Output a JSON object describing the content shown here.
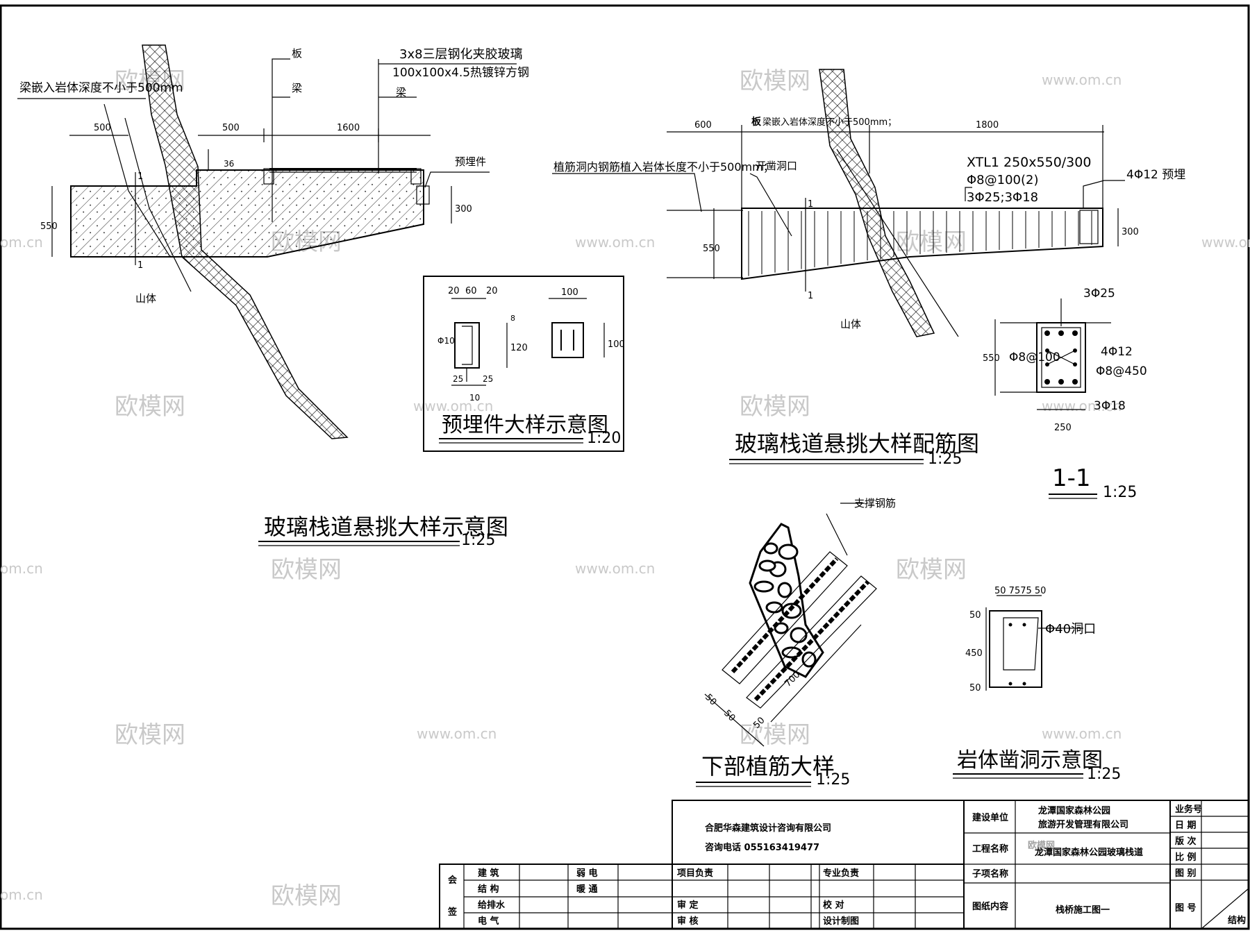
{
  "drawings": {
    "cantilever_schematic": {
      "title": "玻璃栈道悬挑大样示意图",
      "scale": "1:25",
      "notes": {
        "embed": "梁嵌入岩体深度不小于500mm",
        "glass": "3x8三层钢化夹胶玻璃",
        "steel": "100x100x4.5热镀锌方钢",
        "slab": "板",
        "beam_top": "梁",
        "beam_side": "梁",
        "embedded_part": "预埋件",
        "mountain": "山体"
      },
      "dims": {
        "d500a": "500",
        "d500b": "500",
        "d1600": "1600",
        "d36": "36",
        "d550": "550",
        "d300": "300",
        "sec": "1"
      }
    },
    "embedded_detail": {
      "title": "预埋件大样示意图",
      "scale": "1:20",
      "dims": {
        "d20a": "20",
        "d60": "60",
        "d20b": "20",
        "d8": "8",
        "d120": "120",
        "phi10": "Φ10",
        "d25a": "25",
        "d25b": "25",
        "d10": "10",
        "d100w": "100",
        "d100h": "100"
      }
    },
    "rebar_detail": {
      "title": "玻璃栈道悬挑大样配筋图",
      "scale": "1:25",
      "notes": {
        "embed": "梁嵌入岩体深度不小于500mm；",
        "prefix": "板",
        "anchor": "植筋洞内钢筋植入岩体长度不小于500mm；",
        "chisel": "开凿洞口",
        "beam": "XTL1  250x550/300",
        "stirrup": "Φ8@100(2)",
        "bars": "3Φ25;3Φ18",
        "pre": "4Φ12 预埋",
        "mountain": "山体"
      },
      "dims": {
        "d600": "600",
        "d1800": "1800",
        "d550": "550",
        "d300": "300",
        "sec": "1"
      }
    },
    "section_1_1": {
      "title": "1-1",
      "scale": "1:25",
      "labels": {
        "top": "3Φ25",
        "stirrup": "Φ8@100",
        "side": "4Φ12",
        "tie": "Φ8@450",
        "bottom": "3Φ18",
        "h": "550",
        "w": "250"
      }
    },
    "lower_anchor": {
      "title": "下部植筋大样",
      "scale": "1:25",
      "labels": {
        "support": "支撑钢筋",
        "d50a": "50",
        "d50b": "50",
        "d50c": "50",
        "d700": "700"
      }
    },
    "rock_hole": {
      "title": "岩体凿洞示意图",
      "scale": "1:25",
      "labels": {
        "top": "50 7575 50",
        "hole": "Φ40洞口",
        "d50a": "50",
        "d450": "450",
        "d50b": "50"
      }
    }
  },
  "title_block": {
    "company": "合肥华森建筑设计咨询有限公司",
    "phone": "咨询电话  055163419477",
    "client_label": "建设单位",
    "client_value_1": "龙潭国家森林公园",
    "client_value_2": "旅游开发管理有限公司",
    "project_label": "工程名称",
    "project_value": "龙潭国家森林公园玻璃栈道",
    "subitem_label": "子项名称",
    "content_label": "图纸内容",
    "drawing_title": "栈桥施工图一",
    "right_labels": [
      "业务号",
      "日 期",
      "版 次",
      "比 例",
      "图 别",
      "图 号"
    ],
    "sheet_category": "结构",
    "sign_label_1": "会",
    "sign_label_2": "签",
    "disciplines": [
      "建 筑",
      "结 构",
      "给排水",
      "电 气"
    ],
    "disciplines_2": [
      "弱 电",
      "暖 通"
    ],
    "roles_left": [
      "项目负责",
      "审  定",
      "审  核"
    ],
    "roles_right": [
      "专业负责",
      "校  对",
      "设计制图"
    ]
  },
  "watermarks": {
    "brand": "欧模网",
    "site": "www.om.cn",
    "site_short": "om.cn"
  }
}
